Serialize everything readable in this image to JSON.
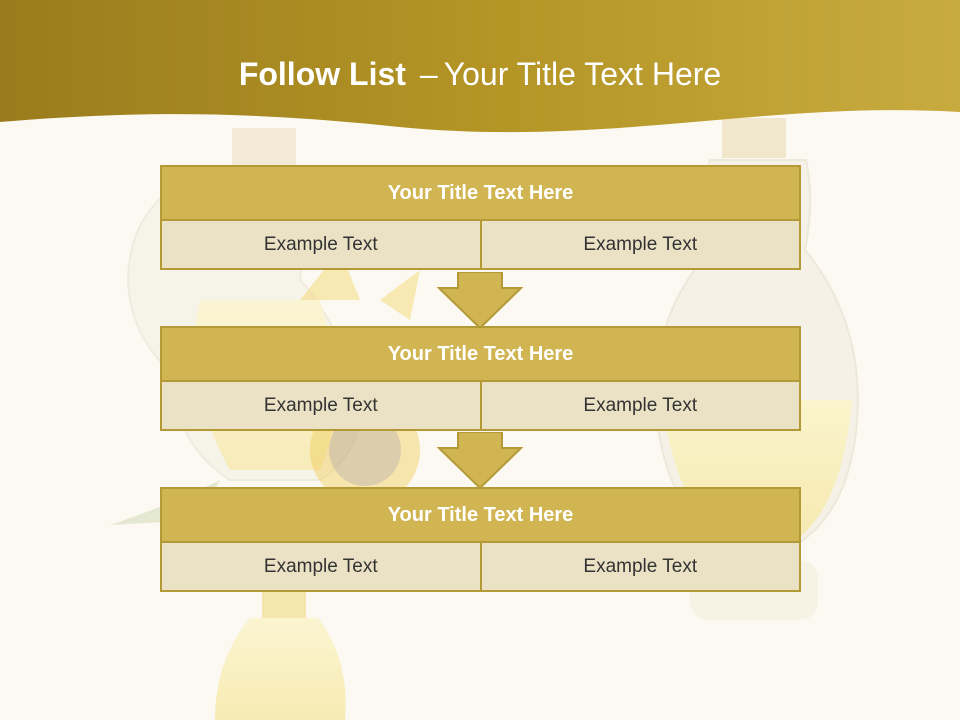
{
  "slide": {
    "title_bold": "Follow List",
    "title_dash": "–",
    "title_rest": "Your Title Text Here"
  },
  "blocks": [
    {
      "title": "Your Title Text Here",
      "left": "Example Text",
      "right": "Example Text"
    },
    {
      "title": "Your Title Text Here",
      "left": "Example Text",
      "right": "Example Text"
    },
    {
      "title": "Your Title Text Here",
      "left": "Example Text",
      "right": "Example Text"
    }
  ],
  "colors": {
    "header_gold": "#b8962a",
    "block_title": "#d1b552",
    "block_cell": "#ebe2c6",
    "border": "#b49a36"
  }
}
